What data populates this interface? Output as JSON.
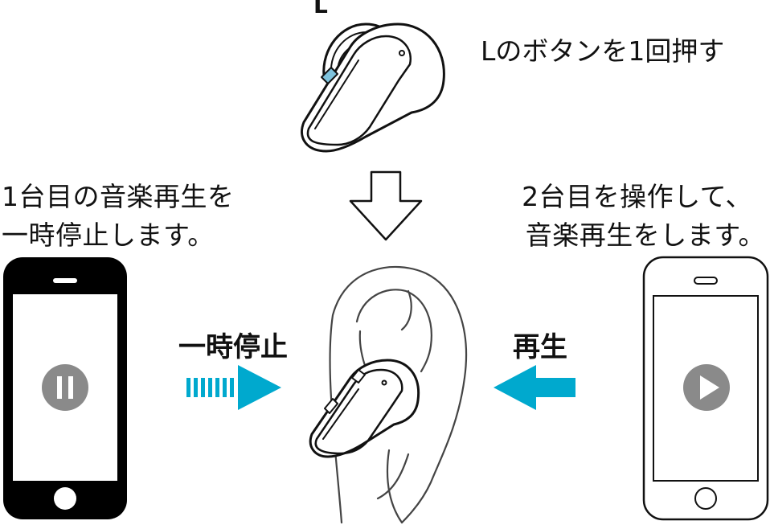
{
  "diagram": {
    "earbud_side_label": "L",
    "instruction": "Lのボタンを1回押す",
    "left_caption": [
      "1台目の音楽再生を",
      "一時停止します。"
    ],
    "right_caption": [
      "2台目を操作して、",
      "音楽再生をします。"
    ],
    "left_arrow_label": "一時停止",
    "right_arrow_label": "再生",
    "left_phone_icon": "pause-icon",
    "right_phone_icon": "play-icon",
    "colors": {
      "arrow": "#00a9ce",
      "left_phone": "#000000",
      "right_phone": "#ffffff",
      "media_icon": "#8a8a8a",
      "outline": "#111111"
    }
  }
}
